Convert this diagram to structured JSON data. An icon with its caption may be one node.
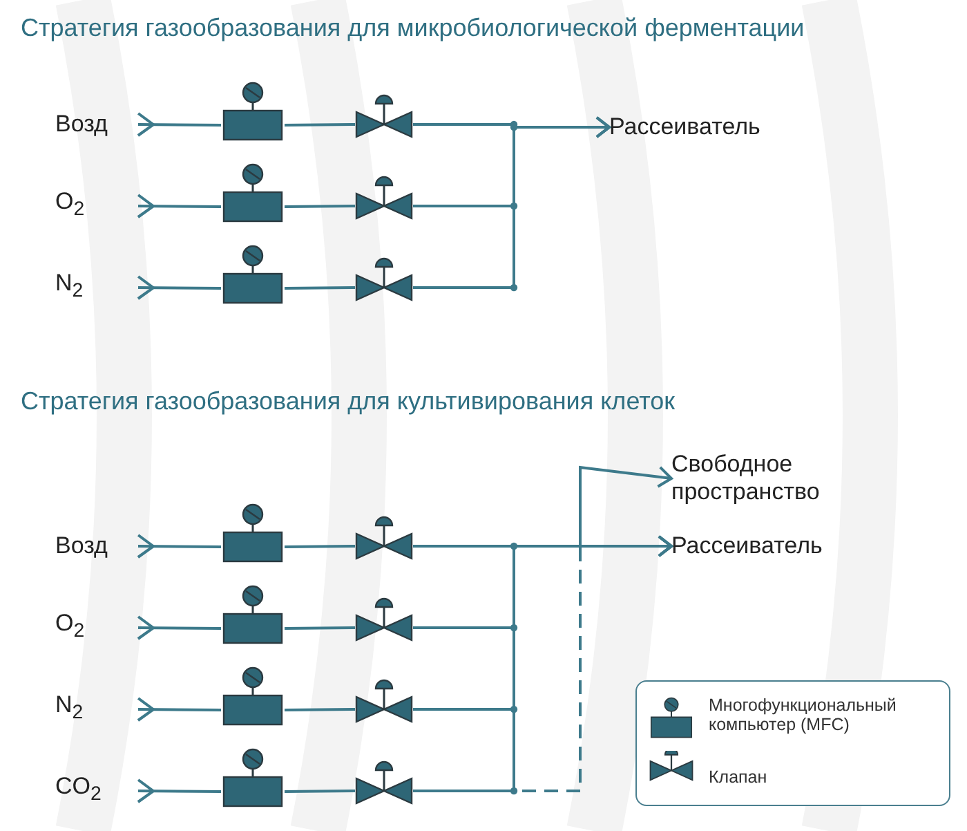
{
  "diagram": {
    "nodes": [
      {
        "text": [
          "Возд"
        ]
      },
      {
        "text": [],
        "shape": "box"
      },
      {
        "text": [],
        "shape": "bowtie"
      },
      {
        "text": [
          "O$_{2}$"
        ]
      },
      {
        "text": [],
        "shape": "box"
      },
      {
        "text": [],
        "shape": "bowtie"
      },
      {
        "text": [
          "N$_{2}$"
        ]
      },
      {
        "text": [],
        "shape": "box"
      },
      {
        "text": [],
        "shape": "bowtie"
      },
      {
        "text": [
          "Рассеиватель"
        ]
      },
      {
        "text": [
          "Возд"
        ]
      },
      {
        "text": [],
        "shape": "box"
      },
      {
        "text": [],
        "shape": "bowtie"
      },
      {
        "text": [
          "O$_{2}$"
        ]
      },
      {
        "text": [],
        "shape": "box"
      },
      {
        "text": [],
        "shape": "bowtie"
      },
      {
        "text": [
          "N$_{2}$"
        ]
      },
      {
        "text": [],
        "shape": "box"
      },
      {
        "text": [],
        "shape": "bowtie"
      },
      {
        "text": [
          "CO$_{2}$"
        ]
      },
      {
        "text": [],
        "shape": "box"
      },
      {
        "text": [],
        "shape": "bowtie"
      },
      {
        "text": [
          "Свободное пространство"
        ]
      },
      {
        "text": [
          "Рассеиватель"
        ]
      }
    ],
    "edges": [
      {
        "from": 0,
        "to": 1,
        "arrow": "other"
      },
      {
        "from": 1,
        "to": 2,
        "arrow": "none"
      },
      {
        "from": 2,
        "to": 9,
        "arrow": "to"
      },
      {
        "from": 3,
        "to": 4,
        "arrow": "other"
      },
      {
        "from": 4,
        "to": 5,
        "arrow": "none"
      },
      {
        "from": 5,
        "to": 9,
        "arrow": "to"
      },
      {
        "from": 6,
        "to": 7,
        "arrow": "other"
      },
      {
        "from": 7,
        "to": 8,
        "arrow": "none"
      },
      {
        "from": 8,
        "to": 9,
        "arrow": "to"
      },
      {
        "from": 10,
        "to": 11,
        "arrow": "other"
      },
      {
        "from": 11,
        "to": 12,
        "arrow": "none"
      },
      {
        "from": 12,
        "to": 23,
        "arrow": "to"
      },
      {
        "from": 13,
        "to": 14,
        "arrow": "other"
      },
      {
        "from": 14,
        "to": 15,
        "arrow": "none"
      },
      {
        "from": 15,
        "to": 23,
        "arrow": "to"
      },
      {
        "from": 16,
        "to": 17,
        "arrow": "other"
      },
      {
        "from": 17,
        "to": 18,
        "arrow": "none"
      },
      {
        "from": 18,
        "to": 23,
        "arrow": "to"
      },
      {
        "from": 19,
        "to": 20,
        "arrow": "other"
      },
      {
        "from": 20,
        "to": 21,
        "arrow": "none"
      },
      {
        "from": 21,
        "to": 23,
        "arrow": "to"
      },
      {
        "from": 21,
        "to": 22,
        "arrow": "to",
        "style": "dashed"
      }
    ],
    "labels": [
      "Стратегия газообразования для микробиологической ферментации",
      "Стратегия газообразования для культивирования клеток"
    ],
    "legend": [
      {
        "text": "Многофункциональный компьютер (MFC)"
      },
      {
        "text": "Клапан"
      }
    ]
  }
}
